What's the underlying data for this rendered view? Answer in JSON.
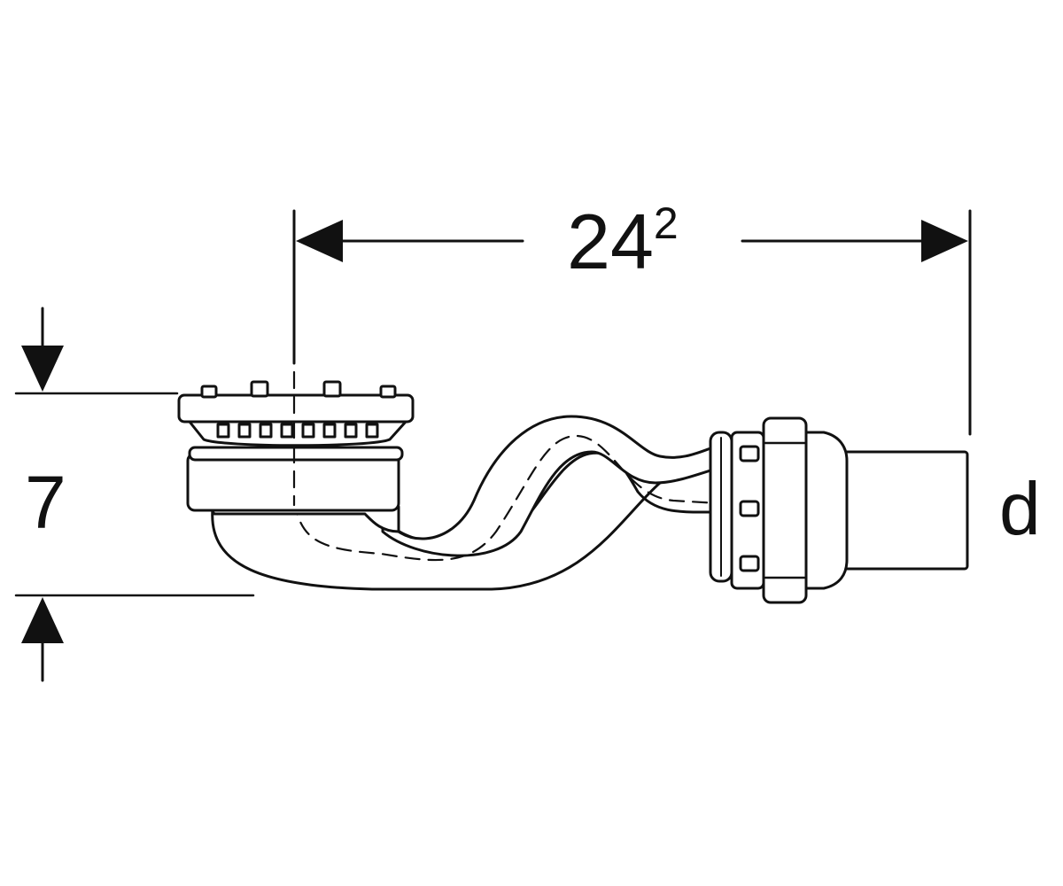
{
  "dimensions": {
    "width_label_main": "24",
    "width_label_sup": "2",
    "height_label": "7",
    "outlet_label": "d"
  },
  "colors": {
    "line": "#111111",
    "background": "#ffffff"
  }
}
